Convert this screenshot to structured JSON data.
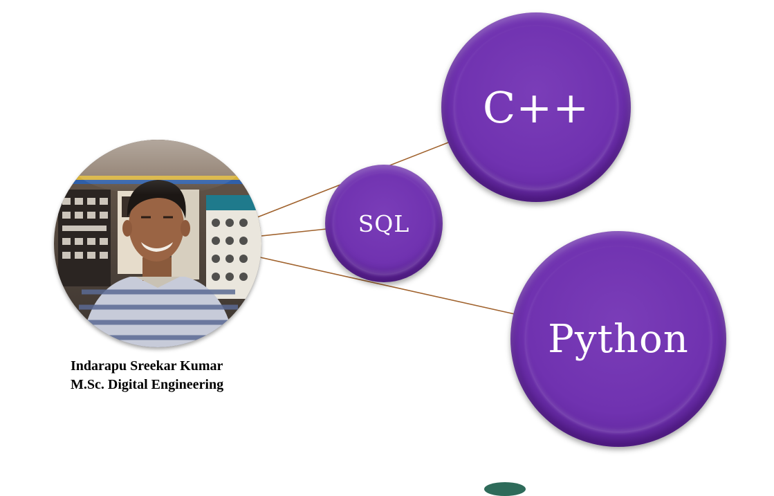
{
  "person": {
    "name": "Indarapu Sreekar Kumar",
    "degree": "M.Sc. Digital Engineering"
  },
  "skills": [
    {
      "label": "C++"
    },
    {
      "label": "SQL"
    },
    {
      "label": "Python"
    }
  ],
  "colors": {
    "bubble": "#7032b0",
    "connector": "#a0622d",
    "text": "#000000"
  }
}
